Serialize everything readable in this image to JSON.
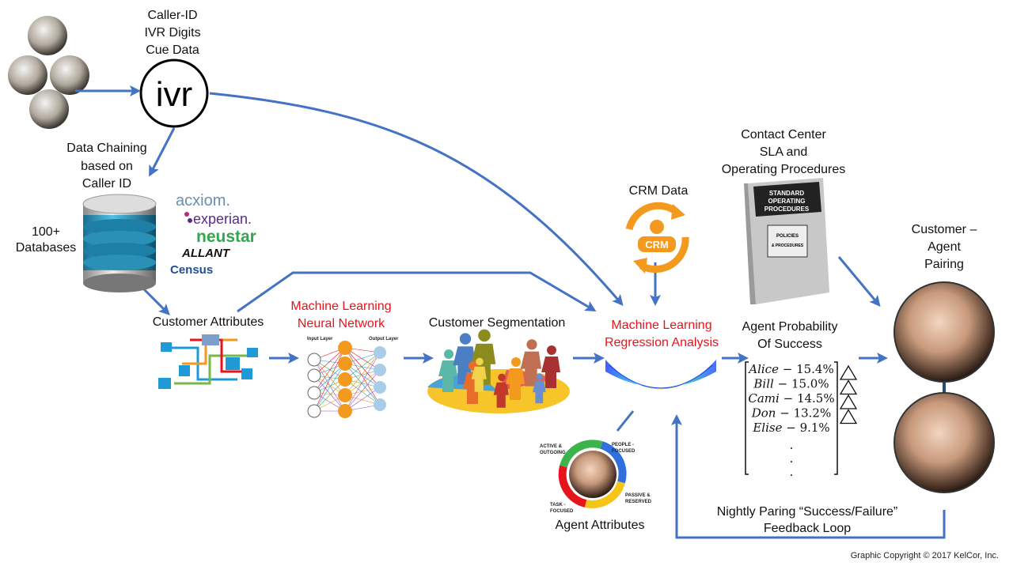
{
  "ivr": {
    "label_lines": [
      "Caller-ID",
      "IVR Digits",
      "Cue Data"
    ],
    "icon_text": "ivr"
  },
  "data_chaining": {
    "lines": [
      "Data Chaining",
      "based on",
      "Caller ID"
    ]
  },
  "databases": {
    "lines": [
      "100+",
      "Databases"
    ]
  },
  "logos": [
    "acxiom.",
    "experian.",
    "neustar",
    "ALLANT",
    "Census"
  ],
  "customer_attributes": {
    "label": "Customer Attributes"
  },
  "neural_network": {
    "lines": [
      "Machine Learning",
      "Neural Network"
    ],
    "color": "#e8141b",
    "layer_labels": [
      "Input Layer",
      "Output Layer"
    ]
  },
  "segmentation": {
    "label": "Customer Segmentation"
  },
  "regression": {
    "lines": [
      "Machine Learning",
      "Regression Analysis"
    ],
    "color": "#e8141b"
  },
  "crm": {
    "label": "CRM Data",
    "icon_text": "CRM",
    "color": "#f39a1e"
  },
  "sla": {
    "lines": [
      "Contact Center",
      "SLA and",
      "Operating Procedures"
    ],
    "book_lines": [
      "STANDARD",
      "OPERATING",
      "PROCEDURES",
      "POLICIES",
      "& PROCEDURES"
    ]
  },
  "probability": {
    "lines": [
      "Agent Probability",
      "Of Success"
    ],
    "agents": [
      {
        "name": "Alice",
        "value": "15.4%"
      },
      {
        "name": "Bill",
        "value": "15.0%"
      },
      {
        "name": "Cami",
        "value": "14.5%"
      },
      {
        "name": "Don",
        "value": "13.2%"
      },
      {
        "name": "Elise",
        "value": "9.1%"
      }
    ]
  },
  "pairing": {
    "lines": [
      "Customer –",
      "Agent",
      "Pairing"
    ]
  },
  "agent_attributes": {
    "label": "Agent Attributes",
    "quadrants": [
      "ACTIVE &",
      "OUTGOING",
      "PEOPLE -",
      "FOCUSED",
      "PASSIVE &",
      "RESERVED",
      "TASK -",
      "FOCUSED"
    ]
  },
  "feedback": {
    "lines": [
      "Nightly Paring “Success/Failure”",
      "Feedback Loop"
    ]
  },
  "copyright": "Graphic Copyright © 2017 KelCor, Inc.",
  "colors": {
    "arrow": "#4472c4",
    "accent_red": "#e8141b"
  }
}
